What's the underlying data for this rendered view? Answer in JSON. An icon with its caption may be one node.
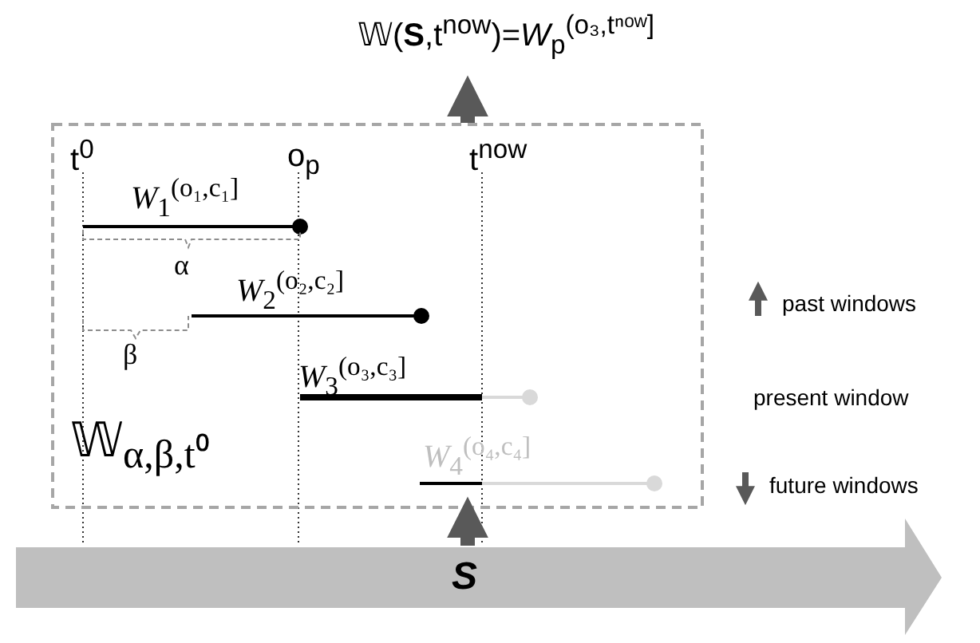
{
  "diagram": {
    "nodes": [
      {
        "text": [
          "𝕎(**S**,t$^{now}$)=*W*$_{p}$$^{(o₃,tⁿᵒʷ]}$"
        ]
      },
      {
        "text": [
          "𝕎$_{α,β,t⁰}$"
        ]
      },
      {
        "text": [
          "S"
        ]
      }
    ],
    "edges": [
      {
        "from": 2,
        "to": 1,
        "arrow": "to"
      },
      {
        "from": 1,
        "to": 0,
        "arrow": "to"
      }
    ],
    "labels": [
      "t$^{0}$",
      "*W*$_{1}$$^{(o₁,c₁]}$",
      "o$_{p}$",
      "t$^{now}$",
      "α",
      "*W*$_{2}$$^{(o₂,c₂]}$",
      "β",
      "*W*$_{3}$$^{(o₃,c₃]}$",
      "*W*$_{4}$$^{(o₄,c₄]}$",
      "past windows",
      "present window",
      "future windows"
    ]
  }
}
